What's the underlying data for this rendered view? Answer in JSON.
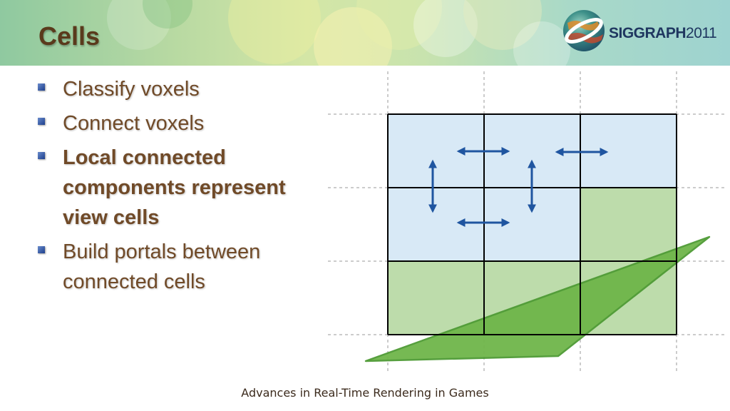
{
  "slide": {
    "title": "Cells",
    "footer": "Advances in Real-Time Rendering in Games"
  },
  "logo": {
    "brand": "SIGGRAPH",
    "year": "2011",
    "name": "siggraph-2011-logo"
  },
  "bullets": [
    {
      "text": "Classify voxels",
      "bold": false
    },
    {
      "text": "Connect voxels",
      "bold": false
    },
    {
      "text": "Local connected components represent view cells",
      "bold": true
    },
    {
      "text": "Build portals between connected cells",
      "bold": false
    }
  ],
  "colors": {
    "title": "#5a3a1c",
    "bullet_text": "#704a28",
    "cell_blue": "#d8e9f6",
    "cell_green": "#bddcab",
    "triangle_green": "#6fb64a",
    "arrow_blue": "#1f55a0",
    "grid_line": "#000000"
  },
  "diagram": {
    "grid": {
      "columns": 3,
      "rows": 3
    },
    "cells": [
      {
        "row": 0,
        "col": 0,
        "fill": "blue"
      },
      {
        "row": 0,
        "col": 1,
        "fill": "blue"
      },
      {
        "row": 0,
        "col": 2,
        "fill": "blue"
      },
      {
        "row": 1,
        "col": 0,
        "fill": "blue"
      },
      {
        "row": 1,
        "col": 1,
        "fill": "blue"
      },
      {
        "row": 1,
        "col": 2,
        "fill": "green"
      },
      {
        "row": 2,
        "col": 0,
        "fill": "green"
      },
      {
        "row": 2,
        "col": 1,
        "fill": "green"
      },
      {
        "row": 2,
        "col": 2,
        "fill": "green"
      }
    ],
    "connections": [
      {
        "from": [
          0,
          0
        ],
        "to": [
          0,
          1
        ],
        "direction": "horizontal"
      },
      {
        "from": [
          0,
          1
        ],
        "to": [
          0,
          2
        ],
        "direction": "horizontal"
      },
      {
        "from": [
          0,
          0
        ],
        "to": [
          1,
          0
        ],
        "direction": "vertical"
      },
      {
        "from": [
          0,
          1
        ],
        "to": [
          1,
          1
        ],
        "direction": "vertical"
      },
      {
        "from": [
          1,
          0
        ],
        "to": [
          1,
          1
        ],
        "direction": "horizontal"
      }
    ],
    "icons": [
      "double-arrow-icon",
      "bullet-square-icon",
      "globe-icon"
    ]
  }
}
